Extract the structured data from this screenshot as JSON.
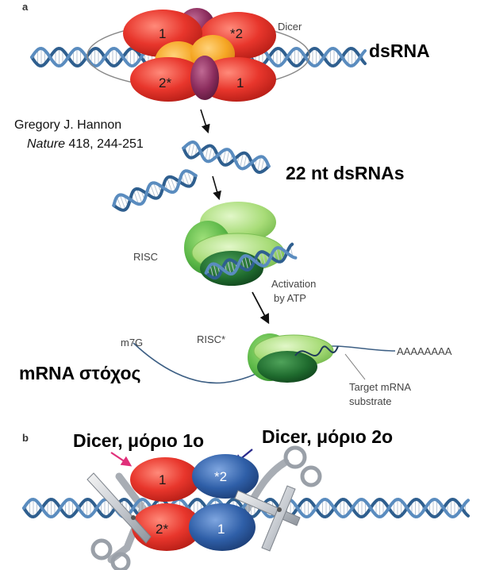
{
  "panel_a": {
    "label": "a",
    "dicer_label": "Dicer",
    "dsrna_label": "dsRNA",
    "subunit_top_left": "1",
    "subunit_top_right": "*2",
    "subunit_bottom_left": "2*",
    "subunit_bottom_right": "1",
    "citation_author": "Gregory J. Hannon",
    "citation_journal": "Nature",
    "citation_ref": " 418, 244-251",
    "small_rna_label": "22 nt dsRNAs",
    "risc_label": "RISC",
    "activation_line1": "Activation",
    "activation_line2": "by ATP",
    "risc_active_label": "RISC*",
    "cap_label": "m7G",
    "polya_label": "AAAAAAAA",
    "mrna_target_label": "mRNA στόχος",
    "target_line1": "Target mRNA",
    "target_line2": "substrate"
  },
  "panel_b": {
    "label": "b",
    "dicer_molecule_1": "Dicer, μόριο 1ο",
    "dicer_molecule_2": "Dicer, μόριο 2ο",
    "subunit_top_left": "1",
    "subunit_top_right": "*2",
    "subunit_bottom_left": "2*",
    "subunit_bottom_right": "1"
  },
  "colors": {
    "dicer_red": "#e8362c",
    "dicer_orange": "#f5a623",
    "dicer_purple": "#8c2d5e",
    "dicer_blue": "#2f5fa8",
    "risc_green": "#5cb848",
    "risc_dark_green": "#1f6b2e",
    "rna_blue": "#4f7fb0",
    "arrow_pink": "#e0307a",
    "arrow_navy": "#2a2a8c"
  }
}
